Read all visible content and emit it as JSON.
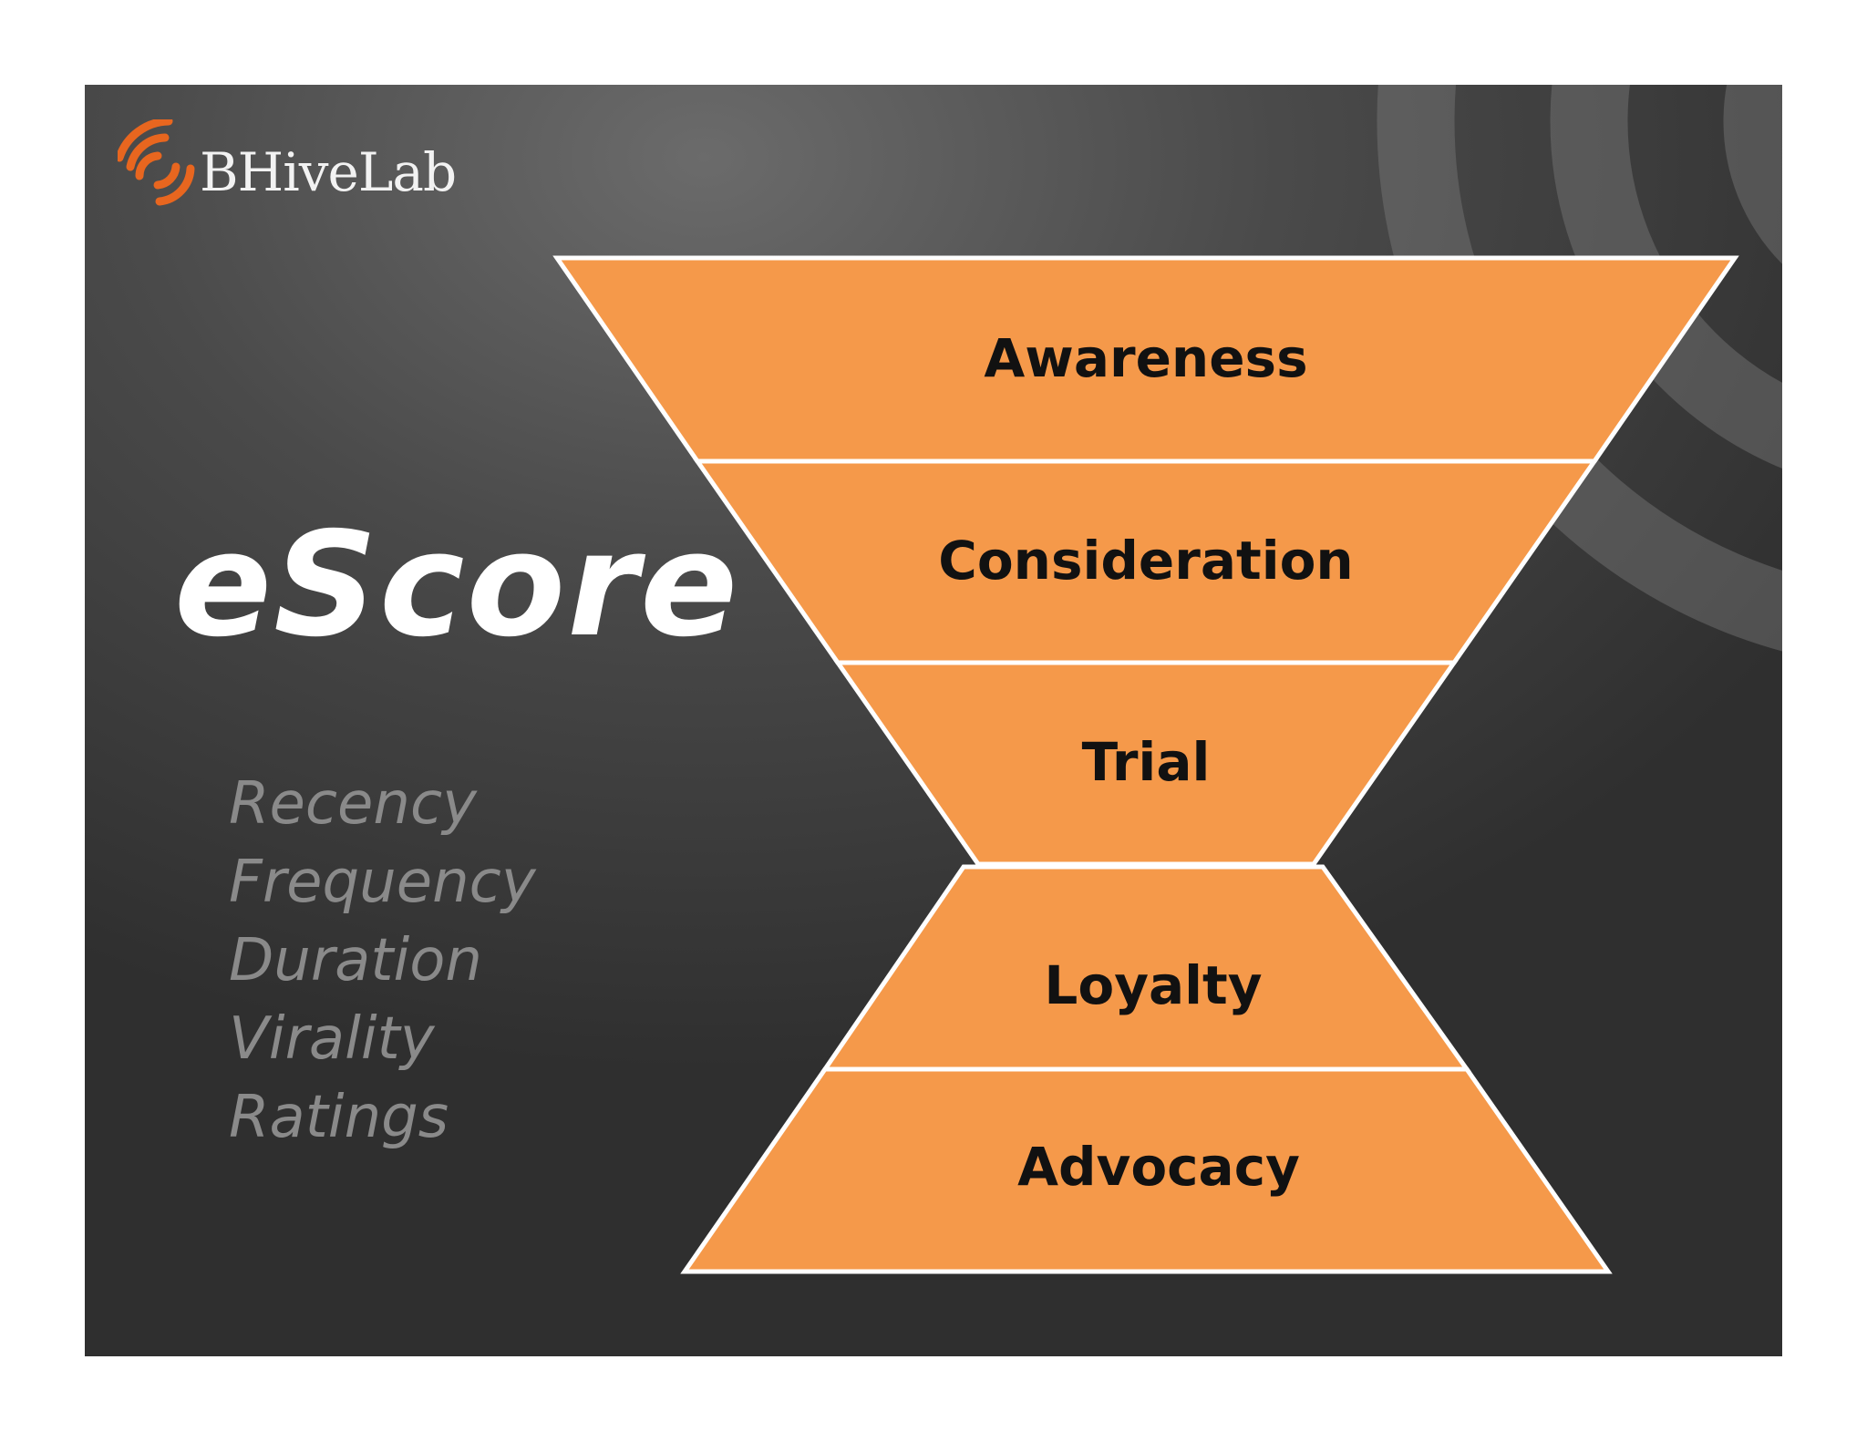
{
  "brand": {
    "name": "BHiveLab",
    "accent_color": "#e8661f",
    "icon": "signal-waves-icon"
  },
  "title": "eScore",
  "metrics": [
    "Recency",
    "Frequency",
    "Duration",
    "Virality",
    "Ratings"
  ],
  "funnel": {
    "fill_color": "#f5994a",
    "stroke_color": "#ffffff",
    "stages": [
      "Awareness",
      "Consideration",
      "Trial"
    ]
  },
  "pyramid": {
    "fill_color": "#f5994a",
    "stroke_color": "#ffffff",
    "stages": [
      "Loyalty",
      "Advocacy"
    ]
  }
}
